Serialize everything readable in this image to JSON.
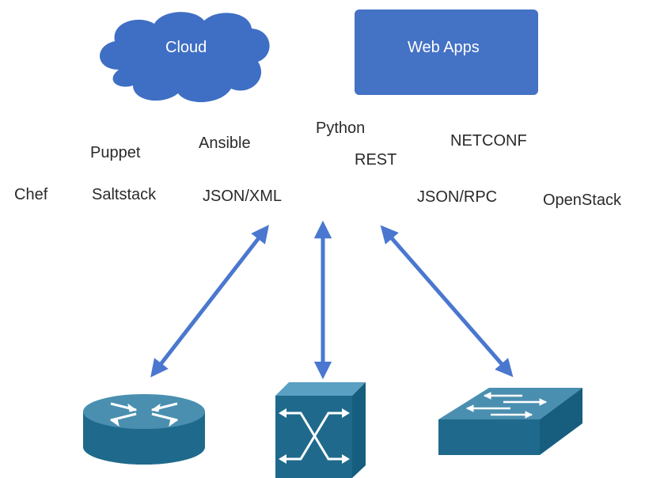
{
  "cloud": {
    "label": "Cloud"
  },
  "web_apps": {
    "label": "Web Apps"
  },
  "tools": {
    "python": "Python",
    "puppet": "Puppet",
    "ansible": "Ansible",
    "rest": "REST",
    "netconf": "NETCONF",
    "chef": "Chef",
    "saltstack": "Saltstack",
    "json_xml": "JSON/XML",
    "json_rpc": "JSON/RPC",
    "openstack": "OpenStack"
  },
  "devices": {
    "router": "router-icon",
    "multilayer_switch": "multilayer-switch-icon",
    "switch": "switch-icon"
  },
  "colors": {
    "cloud": "#3f6fc4",
    "web_apps": "#4472c4",
    "arrow": "#4a77cf",
    "device_top": "#4a8fb0",
    "device_side": "#1f6a8c"
  }
}
